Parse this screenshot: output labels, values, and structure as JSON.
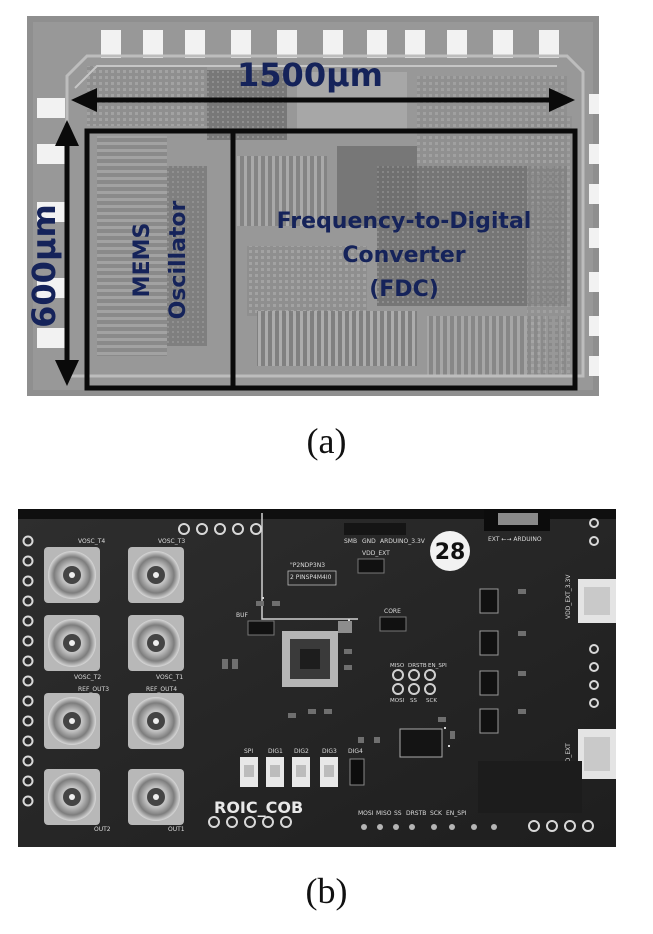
{
  "panel_a": {
    "caption": "(a)",
    "width_dimension": "1500μm",
    "height_dimension": "600μm",
    "block_left_line1": "MEMS",
    "block_left_line2": "Oscillator",
    "block_right_line1": "Frequency-to-Digital",
    "block_right_line2": "Converter",
    "block_right_line3": "(FDC)"
  },
  "panel_b": {
    "caption": "(b)",
    "board_label": "ROIC_COB",
    "board_number": "28",
    "connector_labels": [
      "VOSC_T4",
      "VOSC_T3",
      "VOSC_T2",
      "VOSC_T1",
      "REF_OUT3",
      "REF_OUT4",
      "OUT2",
      "OUT1"
    ],
    "header_labels": [
      "SPI",
      "DIG1",
      "DIG2",
      "DIG3",
      "DIG4"
    ],
    "bottom_pin_labels": [
      "MOSI",
      "MISO",
      "SS",
      "DRSTB",
      "SCK",
      "EN_SPI"
    ],
    "spi_labels": [
      "MISO",
      "DRSTB",
      "EN_SPI",
      "MOSI",
      "SS",
      "SCK"
    ],
    "top_labels": [
      "SMB",
      "GND",
      "ARDUINO_3.3V",
      "VDD_EXT",
      "CORE",
      "BUF"
    ],
    "chip_marking": [
      "\"P2NDP3N3",
      "2 PINSP4M4I0"
    ],
    "ext_label": "EXT ←→ ARDUINO",
    "side_labels": [
      "VDD_EXT_3.3V",
      "VDD_EXT"
    ]
  }
}
